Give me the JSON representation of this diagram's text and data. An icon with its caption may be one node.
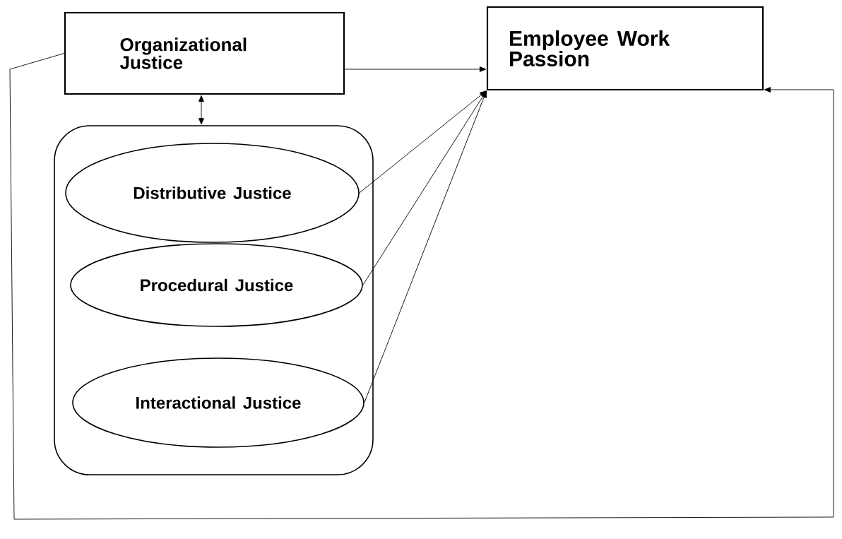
{
  "diagram": {
    "nodes": [
      {
        "text": [
          "Organizational Justice"
        ]
      },
      {
        "text": [
          "Employee Work Passion"
        ]
      },
      {
        "text": [],
        "shape": "box"
      },
      {
        "text": [
          "Distributive Justice"
        ],
        "in": 2
      },
      {
        "text": [
          "Procedural Justice"
        ],
        "in": 2
      },
      {
        "text": [
          "Interactional Justice"
        ],
        "in": 2
      }
    ],
    "edges": [
      {
        "from": 0,
        "to": 1,
        "arrow": "to"
      },
      {
        "from": 0,
        "to": 2,
        "arrow": "both"
      },
      {
        "from": 3,
        "to": 1,
        "arrow": "to"
      },
      {
        "from": 4,
        "to": 1,
        "arrow": "to"
      },
      {
        "from": 5,
        "to": 1,
        "arrow": "to"
      },
      {
        "from": 0,
        "to": 1,
        "arrow": "to"
      }
    ]
  }
}
